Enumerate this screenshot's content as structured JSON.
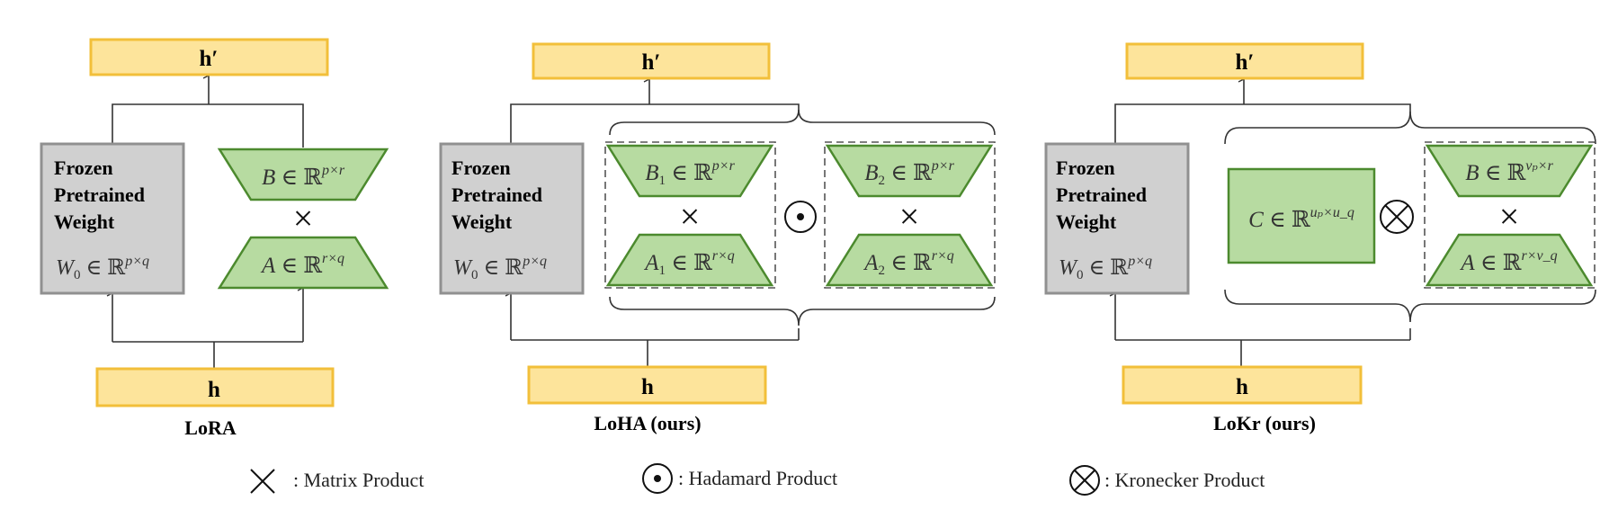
{
  "colors": {
    "yellow_fill": "#fde49b",
    "yellow_stroke": "#f2bf3a",
    "green_fill": "#b7dba1",
    "green_stroke": "#4c8a2e",
    "gray_fill": "#d0d0d0",
    "gray_stroke": "#909090",
    "line": "#333333",
    "dash": "#555555"
  },
  "panels": {
    "lora": {
      "caption": "LoRA",
      "output": "h′",
      "input": "h",
      "frozen": [
        "Frozen",
        "Pretrained",
        "Weight"
      ],
      "frozen_math": {
        "base": "W",
        "sub": "0",
        "rest": " ∈ ℝ",
        "sup": "p×q"
      },
      "b_math": {
        "base": "B",
        "rest": " ∈ ℝ",
        "sup": "p×r"
      },
      "a_math": {
        "base": "A",
        "rest": " ∈ ℝ",
        "sup": "r×q"
      },
      "op": "×"
    },
    "loha": {
      "caption": "LoHA (ours)",
      "output": "h′",
      "input": "h",
      "frozen": [
        "Frozen",
        "Pretrained",
        "Weight"
      ],
      "frozen_math": {
        "base": "W",
        "sub": "0",
        "rest": " ∈ ℝ",
        "sup": "p×q"
      },
      "b1_math": {
        "base": "B",
        "sub": "1",
        "rest": " ∈ ℝ",
        "sup": "p×r"
      },
      "a1_math": {
        "base": "A",
        "sub": "1",
        "rest": " ∈ ℝ",
        "sup": "r×q"
      },
      "b2_math": {
        "base": "B",
        "sub": "2",
        "rest": " ∈ ℝ",
        "sup": "p×r"
      },
      "a2_math": {
        "base": "A",
        "sub": "2",
        "rest": " ∈ ℝ",
        "sup": "r×q"
      },
      "op": "×",
      "combine": "⊙"
    },
    "lokr": {
      "caption": "LoKr (ours)",
      "output": "h′",
      "input": "h",
      "frozen": [
        "Frozen",
        "Pretrained",
        "Weight"
      ],
      "frozen_math": {
        "base": "W",
        "sub": "0",
        "rest": " ∈ ℝ",
        "sup": "p×q"
      },
      "c_math": {
        "base": "C",
        "rest": " ∈ ℝ",
        "sup": "uₚ×u_q"
      },
      "b_math": {
        "base": "B",
        "rest": " ∈ ℝ",
        "sup": "vₚ×r"
      },
      "a_math": {
        "base": "A",
        "rest": " ∈ ℝ",
        "sup": "r×v_q"
      },
      "op": "×",
      "combine": "⊗"
    }
  },
  "legend": [
    {
      "symbol": "×",
      "label": ": Matrix Product"
    },
    {
      "symbol": "⊙",
      "label": ": Hadamard Product"
    },
    {
      "symbol": "⊗",
      "label": ": Kronecker Product"
    }
  ]
}
